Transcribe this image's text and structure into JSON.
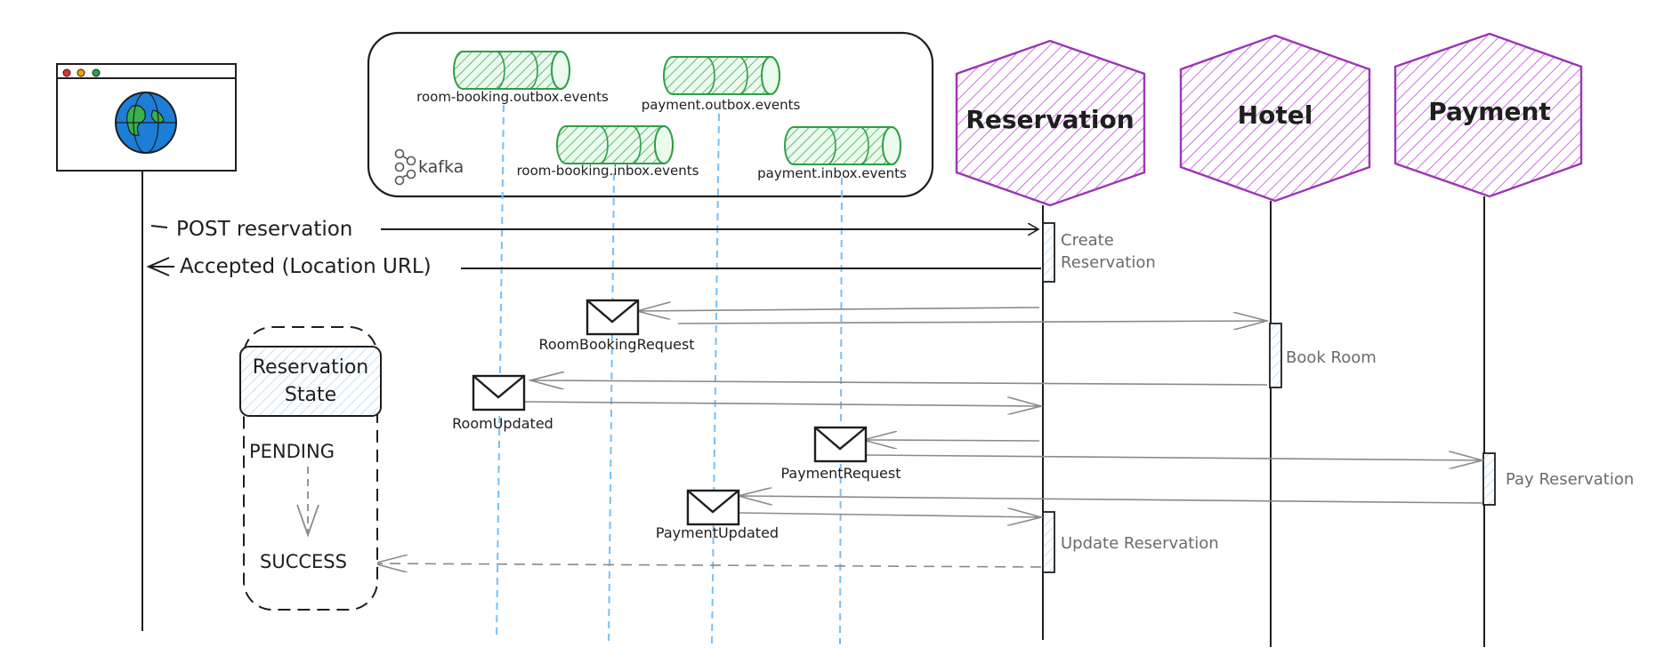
{
  "colors": {
    "ink": "#1e1e1e",
    "grey": "#8a8a8a",
    "kafka_green": "#2f9e44",
    "kafka_green_fill": "#b2f2bb",
    "service_purple": "#9c36b5",
    "service_purple_fill": "#eebefa",
    "lane_blue": "#74c0fc",
    "state_fill": "#d0ebff",
    "globe_blue": "#1971c2",
    "globe_green": "#37b24d"
  },
  "client": {
    "icon": "browser-globe-icon"
  },
  "kafka": {
    "logo_label": "kafka",
    "topics": [
      "room-booking.outbox.events",
      "payment.outbox.events",
      "room-booking.inbox.events",
      "payment.inbox.events"
    ]
  },
  "services": [
    {
      "name": "Reservation"
    },
    {
      "name": "Hotel"
    },
    {
      "name": "Payment"
    }
  ],
  "client_calls": {
    "request": "POST reservation",
    "response": "Accepted (Location URL)"
  },
  "activations": {
    "create_line1": "Create",
    "create_line2": "Reservation",
    "book_room": "Book Room",
    "pay_reservation": "Pay Reservation",
    "update_reservation": "Update Reservation"
  },
  "messages": [
    "RoomBookingRequest",
    "RoomUpdated",
    "PaymentRequest",
    "PaymentUpdated"
  ],
  "state_box": {
    "title_line1": "Reservation",
    "title_line2": "State",
    "state_from": "PENDING",
    "state_to": "SUCCESS"
  }
}
